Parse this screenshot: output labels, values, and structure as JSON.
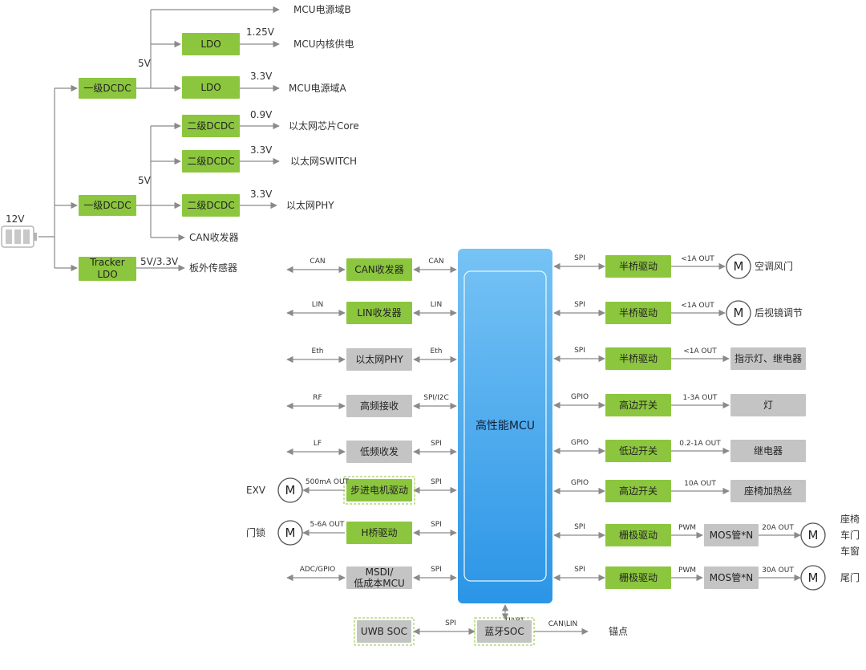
{
  "colors": {
    "green": "#8cc63e",
    "gray": "#c4c4c4",
    "line": "#8a8a8a",
    "mcu_top": "#76c3f5",
    "mcu_bottom": "#2b95e6",
    "text": "#333333"
  },
  "power": {
    "input_label": "12V",
    "input_icon": "battery-icon",
    "dcdc1_a": "一级DCDC",
    "dcdc1_b": "一级DCDC",
    "v5_a": "5V",
    "v5_b": "5V",
    "mcu_domain_b": "MCU电源域B",
    "ldo1": "LDO",
    "v125": "1.25V",
    "mcu_core": "MCU内核供电",
    "ldo2": "LDO",
    "v33_a": "3.3V",
    "mcu_domain_a": "MCU电源域A",
    "dcdc2_a": "二级DCDC",
    "v09": "0.9V",
    "eth_core": "以太网芯片Core",
    "dcdc2_b": "二级DCDC",
    "v33_b": "3.3V",
    "eth_switch": "以太网SWITCH",
    "dcdc2_c": "二级DCDC",
    "v33_c": "3.3V",
    "eth_phy": "以太网PHY",
    "can_xcvr": "CAN收发器",
    "tracker_l1": "Tracker",
    "tracker_l2": "LDO",
    "v_tracker": "5V/3.3V",
    "sensor": "板外传感器"
  },
  "mcu": {
    "label": "高性能MCU"
  },
  "left_blocks": [
    {
      "label": "CAN收发器",
      "outer": "CAN",
      "inner": "CAN"
    },
    {
      "label": "LIN收发器",
      "outer": "LIN",
      "inner": "LIN"
    },
    {
      "label": "以太网PHY",
      "outer": "Eth",
      "inner": "Eth"
    },
    {
      "label": "高频接收",
      "outer": "RF",
      "inner": "SPI/I2C"
    },
    {
      "label": "低频收发",
      "outer": "LF",
      "inner": "SPI"
    },
    {
      "label": "步进电机驱动",
      "outer": "500mA OUT",
      "inner": "SPI",
      "load": "M",
      "ext": "EXV"
    },
    {
      "label": "H桥驱动",
      "outer": "5-6A OUT",
      "inner": "SPI",
      "load": "M",
      "ext": "门锁"
    },
    {
      "label_l1": "MSDI/",
      "label_l2": "低成本MCU",
      "outer": "ADC/GPIO",
      "inner": "SPI"
    }
  ],
  "right_blocks": [
    {
      "iface": "SPI",
      "label": "半桥驱动",
      "out": "<1A OUT",
      "load": "M",
      "target": "空调风门"
    },
    {
      "iface": "SPI",
      "label": "半桥驱动",
      "out": "<1A OUT",
      "load": "M",
      "target": "后视镜调节"
    },
    {
      "iface": "SPI",
      "label": "半桥驱动",
      "out": "<1A OUT",
      "target": "指示灯、继电器"
    },
    {
      "iface": "GPIO",
      "label": "高边开关",
      "out": "1-3A OUT",
      "target": "灯"
    },
    {
      "iface": "GPIO",
      "label": "低边开关",
      "out": "0.2-1A OUT",
      "target": "继电器"
    },
    {
      "iface": "GPIO",
      "label": "高边开关",
      "out": "10A OUT",
      "target": "座椅加热丝"
    },
    {
      "iface": "SPI",
      "label": "栅极驱动",
      "pwm": "PWM",
      "mos": "MOS管*N",
      "out": "20A OUT",
      "load": "M",
      "target_lines": [
        "座椅",
        "车门",
        "车窗"
      ]
    },
    {
      "iface": "SPI",
      "label": "栅极驱动",
      "pwm": "PWM",
      "mos": "MOS管*N",
      "out": "30A OUT",
      "load": "M",
      "target": "尾门"
    }
  ],
  "bottom": {
    "uart": "UART",
    "ble": "蓝牙SOC",
    "uwb": "UWB SOC",
    "spi": "SPI",
    "canlin": "CAN\\LIN",
    "anchor": "锚点"
  }
}
